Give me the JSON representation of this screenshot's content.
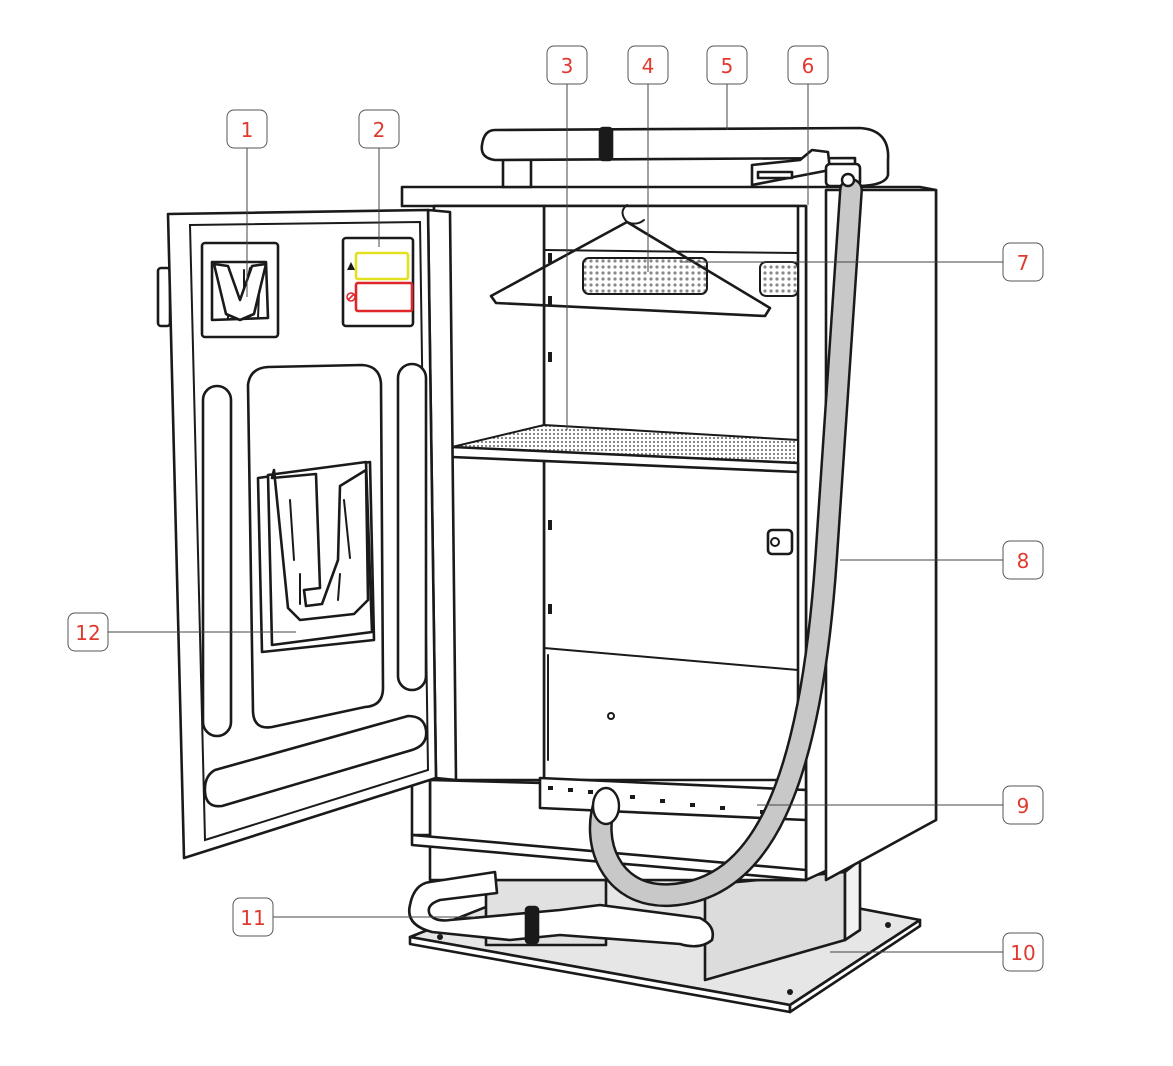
{
  "diagram": {
    "colors": {
      "outline": "#1a1a1a",
      "callout_number": "#e03a2f",
      "hose": "#c8c8c8",
      "base_plate": "#e6e6e6",
      "label_warning": "#e3e01f",
      "label_prohibition": "#e0262b"
    },
    "callouts": [
      {
        "id": "1",
        "label": "1"
      },
      {
        "id": "2",
        "label": "2"
      },
      {
        "id": "3",
        "label": "3"
      },
      {
        "id": "4",
        "label": "4"
      },
      {
        "id": "5",
        "label": "5"
      },
      {
        "id": "6",
        "label": "6"
      },
      {
        "id": "7",
        "label": "7"
      },
      {
        "id": "8",
        "label": "8"
      },
      {
        "id": "9",
        "label": "9"
      },
      {
        "id": "10",
        "label": "10"
      },
      {
        "id": "11",
        "label": "11"
      },
      {
        "id": "12",
        "label": "12"
      }
    ]
  }
}
